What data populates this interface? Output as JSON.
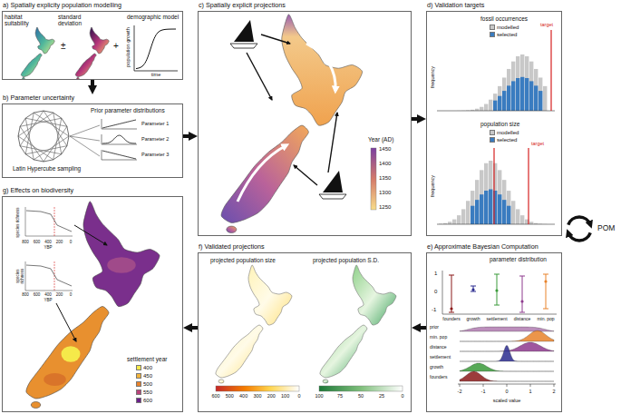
{
  "diagram": {
    "nodes": [
      {
        "text": [
          "a) Spatially explicity population modelling"
        ]
      },
      {
        "text": [
          "b) Parameter uncertainty"
        ]
      },
      {
        "text": [
          "c) Spatially explicit projections"
        ]
      },
      {
        "text": [
          "d) Validation targets"
        ]
      },
      {
        "text": [
          "POM"
        ]
      },
      {
        "text": [
          "e) Approximate Bayesian Computation"
        ]
      },
      {
        "text": [
          "f) Validated projections"
        ]
      },
      {
        "text": [
          "g) Effects on biodiversity"
        ]
      }
    ],
    "edges": [
      {
        "from": 0,
        "to": 1,
        "arrow": "to"
      },
      {
        "from": 1,
        "to": 2,
        "arrow": "to"
      },
      {
        "from": 2,
        "to": 3,
        "arrow": "to"
      },
      {
        "from": 5,
        "to": 6,
        "arrow": "to"
      },
      {
        "from": 6,
        "to": 7,
        "arrow": "to"
      }
    ],
    "labels": [
      "habitat suitability",
      "±",
      "standard deviation",
      "+",
      "demographic model",
      "population growth",
      "time",
      "Latin Hypercube sampling",
      "Prior parameter distributions",
      "Parameter 1",
      "Parameter 2",
      "Parameter 3",
      "Year (AD)",
      "1450",
      "1400",
      "1350",
      "1300",
      "1250",
      "fossil occurrences",
      "frequency",
      "target",
      "population size",
      "frequency",
      "target",
      "parameter distribution",
      "1",
      "0",
      "-1",
      "founders",
      "growth",
      "settlement",
      "distance",
      "min. pop",
      "prior",
      "min. pop",
      "distance",
      "settlement",
      "growth",
      "founders",
      "-2",
      "-1",
      "0",
      "1",
      "2",
      "scaled value",
      "projected population size",
      "projected population S.D.",
      "600",
      "500",
      "400",
      "300",
      "200",
      "100",
      "0",
      "100",
      "75",
      "50",
      "25",
      "0",
      "species richness",
      "800",
      "600",
      "400",
      "200",
      "0",
      "YBP",
      "species richness",
      "800",
      "600",
      "400",
      "200",
      "0",
      "YBP",
      "settlement year"
    ],
    "legend": [
      {
        "text": "modelled",
        "color": "#c8c8c8"
      },
      {
        "text": "selected",
        "color": "#3a7cc0"
      },
      {
        "text": "modelled",
        "color": "#c8c8c8"
      },
      {
        "text": "selected",
        "color": "#3a7cc0"
      },
      {
        "text": "400",
        "color": "#f5e94a"
      },
      {
        "text": "450",
        "color": "#f2b43c"
      },
      {
        "text": "500",
        "color": "#e8822a"
      },
      {
        "text": "550",
        "color": "#b8437a"
      },
      {
        "text": "600",
        "color": "#6a1f8a"
      }
    ]
  }
}
